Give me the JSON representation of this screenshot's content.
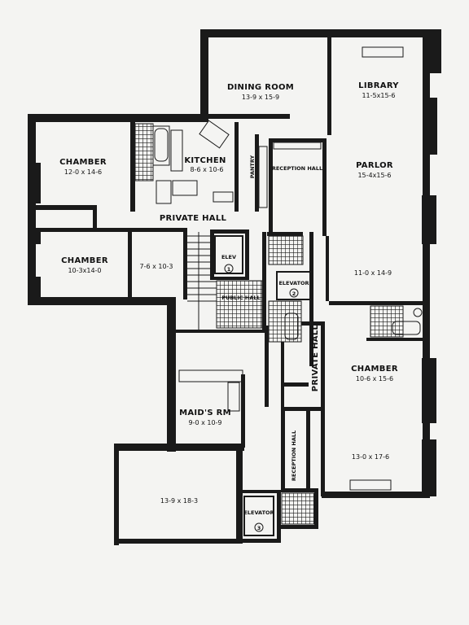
{
  "rooms": {
    "dining_room": {
      "name": "DINING ROOM",
      "dims": "13-9 x 15-9"
    },
    "library": {
      "name": "LIBRARY",
      "dims": "11-5x15-6"
    },
    "chamber_nw": {
      "name": "CHAMBER",
      "dims": "12-0 x 14-6"
    },
    "kitchen": {
      "name": "KITCHEN",
      "dims": "8-6 x 10-6"
    },
    "pantry": {
      "name": "PANTRY"
    },
    "reception_hall_top": {
      "name": "RECEPTION HALL"
    },
    "parlor": {
      "name": "PARLOR",
      "dims": "15-4x15-6"
    },
    "private_hall_top": {
      "name": "PRIVATE HALL"
    },
    "chamber_w": {
      "name": "CHAMBER",
      "dims": "10-3x14-0"
    },
    "small_room": {
      "dims": "7-6 x 10-3"
    },
    "elevator_top": {
      "name": "ELEV",
      "num": "1"
    },
    "elevator_mid": {
      "name": "ELEVATOR",
      "num": "2"
    },
    "public_hall": {
      "name": "PUBLIC HALL"
    },
    "east_room": {
      "dims": "11-0 x 14-9"
    },
    "private_hall_right": {
      "name": "PRIVATE HALL"
    },
    "chamber_e": {
      "name": "CHAMBER",
      "dims": "10-6 x 15-6"
    },
    "maids_room": {
      "name": "MAID'S RM",
      "dims": "9-0 x 10-9"
    },
    "reception_hall_bottom": {
      "name": "RECEPTION HALL"
    },
    "southeast_room": {
      "dims": "13-0 x 17-6"
    },
    "southwest_room": {
      "dims": "13-9 x 18-3"
    },
    "elevator_bottom": {
      "name": "ELEVATOR",
      "num": "3"
    }
  }
}
